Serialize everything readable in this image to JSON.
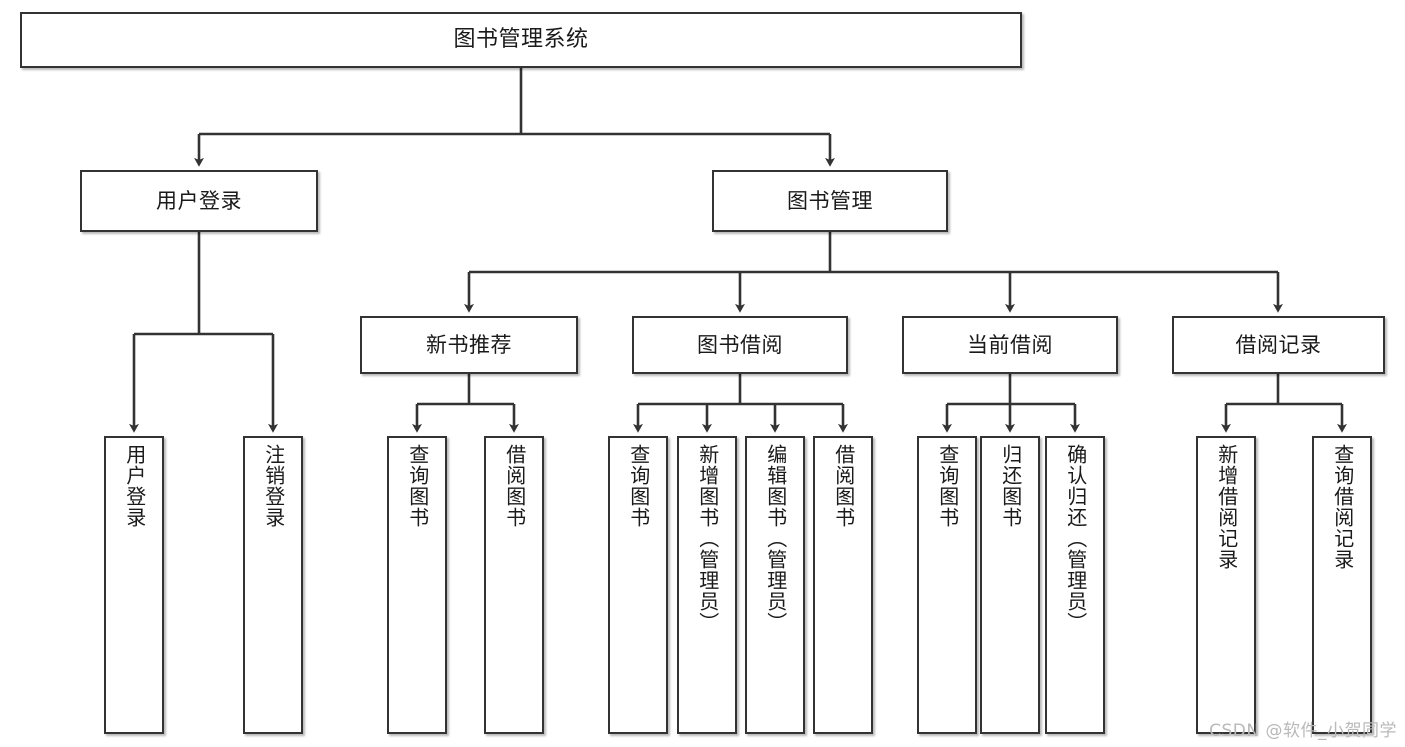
{
  "diagram": {
    "title": "图书管理系统",
    "watermark": "CSDN @软件_小贺同学",
    "line_color": "#333333",
    "box_fill": "#ffffff",
    "text_color": "#1a1a1a",
    "watermark_color": "#b9b9b9"
  },
  "nodes": {
    "root": {
      "label": "图书管理系统"
    },
    "level2": [
      {
        "label": "用户登录"
      },
      {
        "label": "图书管理"
      }
    ],
    "level3": [
      {
        "label": "新书推荐"
      },
      {
        "label": "图书借阅"
      },
      {
        "label": "当前借阅"
      },
      {
        "label": "借阅记录"
      }
    ],
    "leaves": {
      "user_login": [
        {
          "label": "用户登录"
        },
        {
          "label": "注销登录"
        }
      ],
      "new_book_recommend": [
        {
          "label": "查询图书"
        },
        {
          "label": "借阅图书"
        }
      ],
      "book_borrow": [
        {
          "label": "查询图书"
        },
        {
          "label": "新增图书（管理员）"
        },
        {
          "label": "编辑图书（管理员）"
        },
        {
          "label": "借阅图书"
        }
      ],
      "current_borrow": [
        {
          "label": "查询图书"
        },
        {
          "label": "归还图书"
        },
        {
          "label": "确认归还（管理员）"
        }
      ],
      "borrow_records": [
        {
          "label": "新增借阅记录"
        },
        {
          "label": "查询借阅记录"
        }
      ]
    }
  }
}
